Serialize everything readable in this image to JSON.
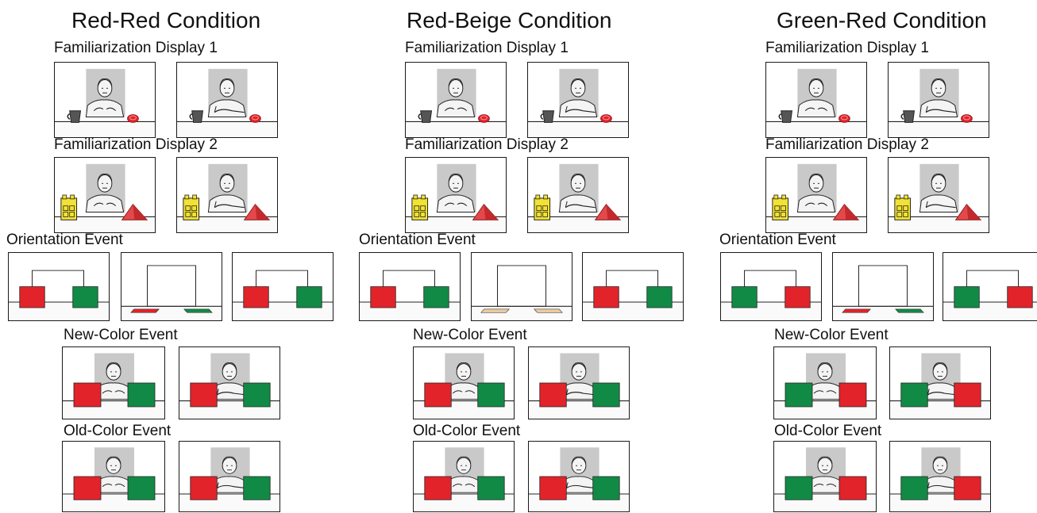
{
  "colors": {
    "red": "#e2232a",
    "green": "#118a46",
    "beige": "#ecc9a0",
    "screen_gray": "#c9c9c9",
    "block_yellow": "#f2e233",
    "pyramid_red": "#e3484a"
  },
  "conditions": [
    {
      "title": "Red-Red Condition",
      "fam1_label": "Familiarization Display 1",
      "fam2_label": "Familiarization Display 2",
      "orientation_label": "Orientation Event",
      "newcolor_label": "New-Color Event",
      "oldcolor_label": "Old-Color Event",
      "orientation_box_colors": [
        "red",
        "green"
      ],
      "orientation_mat_colors": [
        "red",
        "green"
      ],
      "newcolor_box_colors": [
        "red",
        "green"
      ],
      "oldcolor_box_colors": [
        "red",
        "green"
      ]
    },
    {
      "title": "Red-Beige Condition",
      "fam1_label": "Familiarization Display 1",
      "fam2_label": "Familiarization Display 2",
      "orientation_label": "Orientation Event",
      "newcolor_label": "New-Color Event",
      "oldcolor_label": "Old-Color Event",
      "orientation_box_colors": [
        "red",
        "green"
      ],
      "orientation_mat_colors": [
        "beige",
        "beige"
      ],
      "newcolor_box_colors": [
        "red",
        "green"
      ],
      "oldcolor_box_colors": [
        "red",
        "green"
      ]
    },
    {
      "title": "Green-Red Condition",
      "fam1_label": "Familiarization Display 1",
      "fam2_label": "Familiarization Display 2",
      "orientation_label": "Orientation Event",
      "newcolor_label": "New-Color Event",
      "oldcolor_label": "Old-Color Event",
      "orientation_box_colors": [
        "green",
        "red"
      ],
      "orientation_mat_colors": [
        "red",
        "green"
      ],
      "newcolor_box_colors": [
        "green",
        "red"
      ],
      "oldcolor_box_colors": [
        "green",
        "red"
      ]
    }
  ]
}
